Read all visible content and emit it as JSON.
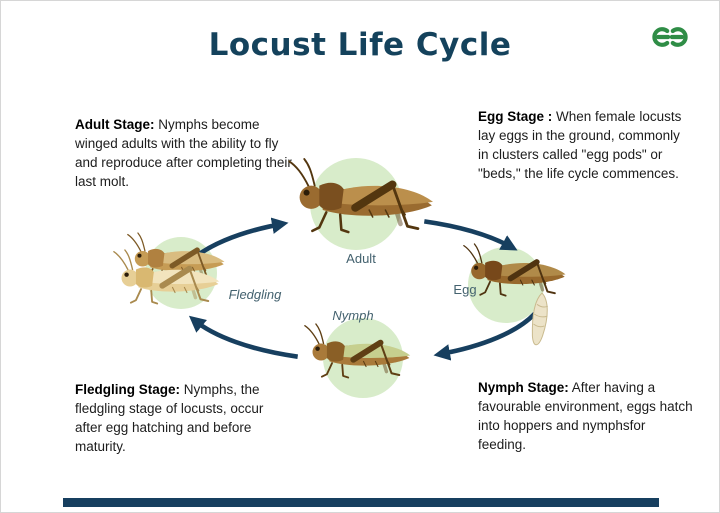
{
  "header": {
    "title": "Locust Life Cycle",
    "logo": "GeeksforGeeks"
  },
  "stages": {
    "adult": {
      "label": "Adult",
      "heading": "Adult Stage:",
      "description": "Nymphs become winged adults with the ability to fly and reproduce after completing their last molt."
    },
    "egg": {
      "label": "Egg",
      "heading": "Egg Stage :",
      "description": "When female locusts lay eggs in the ground, commonly in clusters called \"egg pods\" or \"beds,\" the life cycle commences."
    },
    "nymph": {
      "label": "Nymph",
      "heading": "Nymph Stage:",
      "description": "After having a favourable environment, eggs hatch into hoppers and nymphsfor feeding."
    },
    "fledgling": {
      "label": "Fledgling",
      "heading": "Fledgling Stage:",
      "description": "Nymphs, the fledgling stage of locusts, occur after egg hatching and before maturity."
    }
  },
  "colors": {
    "title_navy": "#14425c",
    "arrow_navy": "#173f5f",
    "logo_green": "#2f8d46",
    "stage_circle_green": "#d8ecca"
  }
}
